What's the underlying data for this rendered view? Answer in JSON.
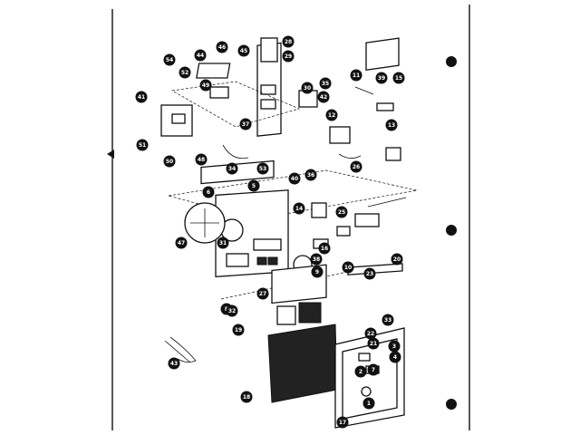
{
  "diagram": {
    "callouts": [
      "1",
      "2",
      "3",
      "4",
      "5",
      "6",
      "7",
      "8",
      "9",
      "10",
      "11",
      "12",
      "13",
      "14",
      "15",
      "16",
      "17",
      "18",
      "19",
      "20",
      "21",
      "22",
      "23",
      "25",
      "26",
      "27",
      "28",
      "29",
      "30",
      "31",
      "32",
      "33",
      "34",
      "35",
      "36",
      "37",
      "38",
      "39",
      "40",
      "41",
      "42",
      "43",
      "44",
      "45",
      "46",
      "47",
      "48",
      "49",
      "50",
      "51",
      "52",
      "53",
      "54"
    ]
  }
}
